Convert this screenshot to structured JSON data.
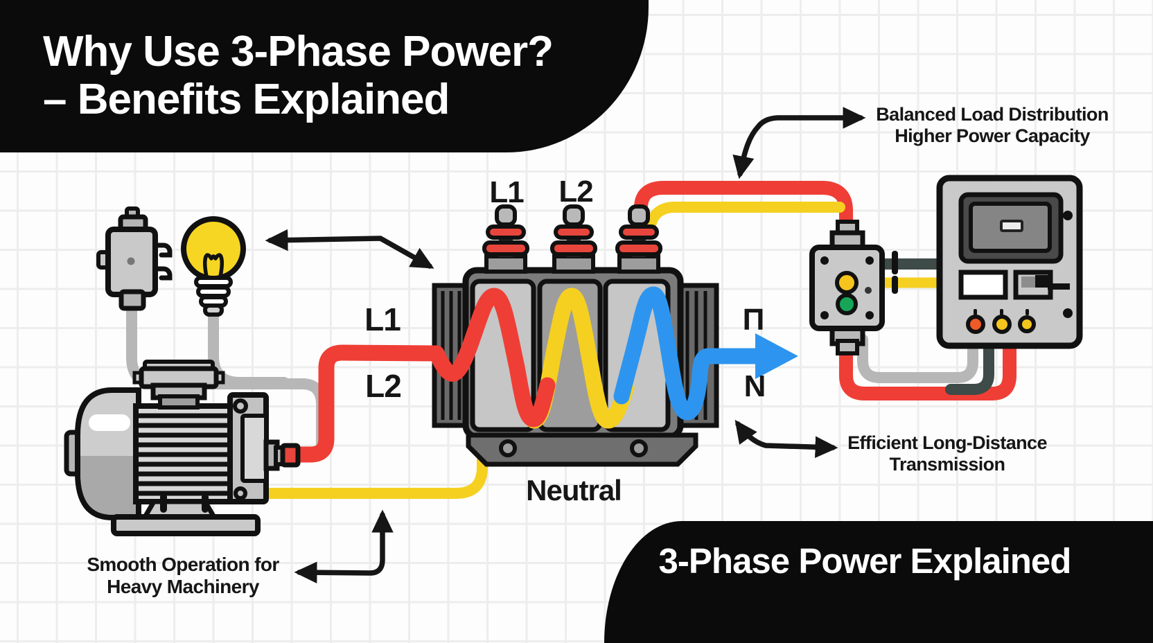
{
  "header_banner": {
    "title_line1": "Why Use 3-Phase Power?",
    "title_line2": "– Benefits Explained"
  },
  "footer_banner": {
    "title": "3-Phase Power Explained"
  },
  "annotations": {
    "balanced_load": {
      "line1": "Balanced Load Distribution",
      "line2": "Higher Power Capacity"
    },
    "long_distance": {
      "line1": "Efficient Long-Distance",
      "line2": "Transmission"
    },
    "smooth_operation": {
      "line1": "Smooth Operation for",
      "line2": "Heavy Machinery"
    }
  },
  "wire_labels": {
    "l1_bushing": "L1",
    "l2_bushing": "L2",
    "l1_line": "L1",
    "l2_line": "L2",
    "phase_out": "Π",
    "neutral_out": "N",
    "neutral": "Neutral"
  },
  "colors": {
    "phase_red": "#ef3e36",
    "phase_yellow": "#f5d021",
    "phase_blue": "#2d95ef",
    "neutral_gray": "#b7b7b7",
    "ground_slate": "#3e4b48",
    "indicator_green": "#17a658",
    "indicator_orange": "#ef5a28",
    "indicator_yellow": "#f5c51d",
    "banner_black": "#0b0b0b"
  }
}
